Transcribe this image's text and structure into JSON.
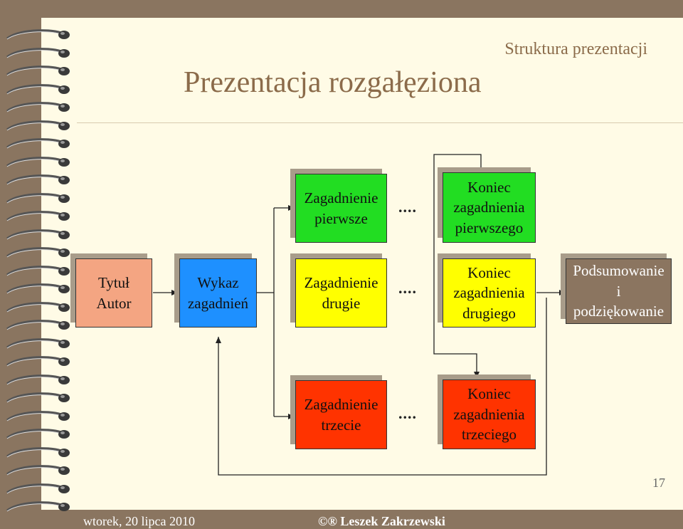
{
  "header": {
    "title": "Prezentacja rozgałęziona",
    "subtitle": "Struktura prezentacji"
  },
  "diagram": {
    "title_box": "Tytuł\nAutor",
    "toc_box": "Wykaz\nzagadnień",
    "topic1": "Zagadnienie\npierwsze",
    "topic2": "Zagadnienie\ndrugie",
    "topic3": "Zagadnienie\ntrzecie",
    "end1": "Koniec\nzagadnienia\npierwszego",
    "end2": "Koniec\nzagadnienia\ndrugiego",
    "end3": "Koniec\nzagadnienia\ntrzeciego",
    "summary": "Podsumowanie\ni\npodziękowanie",
    "ellipsis": "....",
    "colors": {
      "title_box": "#f4a582",
      "toc_box": "#1e90ff",
      "topic1": "#22dd22",
      "end1": "#22dd22",
      "topic2": "#ffff00",
      "end2": "#ffff00",
      "topic3": "#ff3300",
      "end3": "#ff3300",
      "summary": "#8b7560"
    }
  },
  "footer": {
    "page_number": "17",
    "date": "wtorek, 20 lipca 2010",
    "author": "©® Leszek Zakrzewski"
  }
}
